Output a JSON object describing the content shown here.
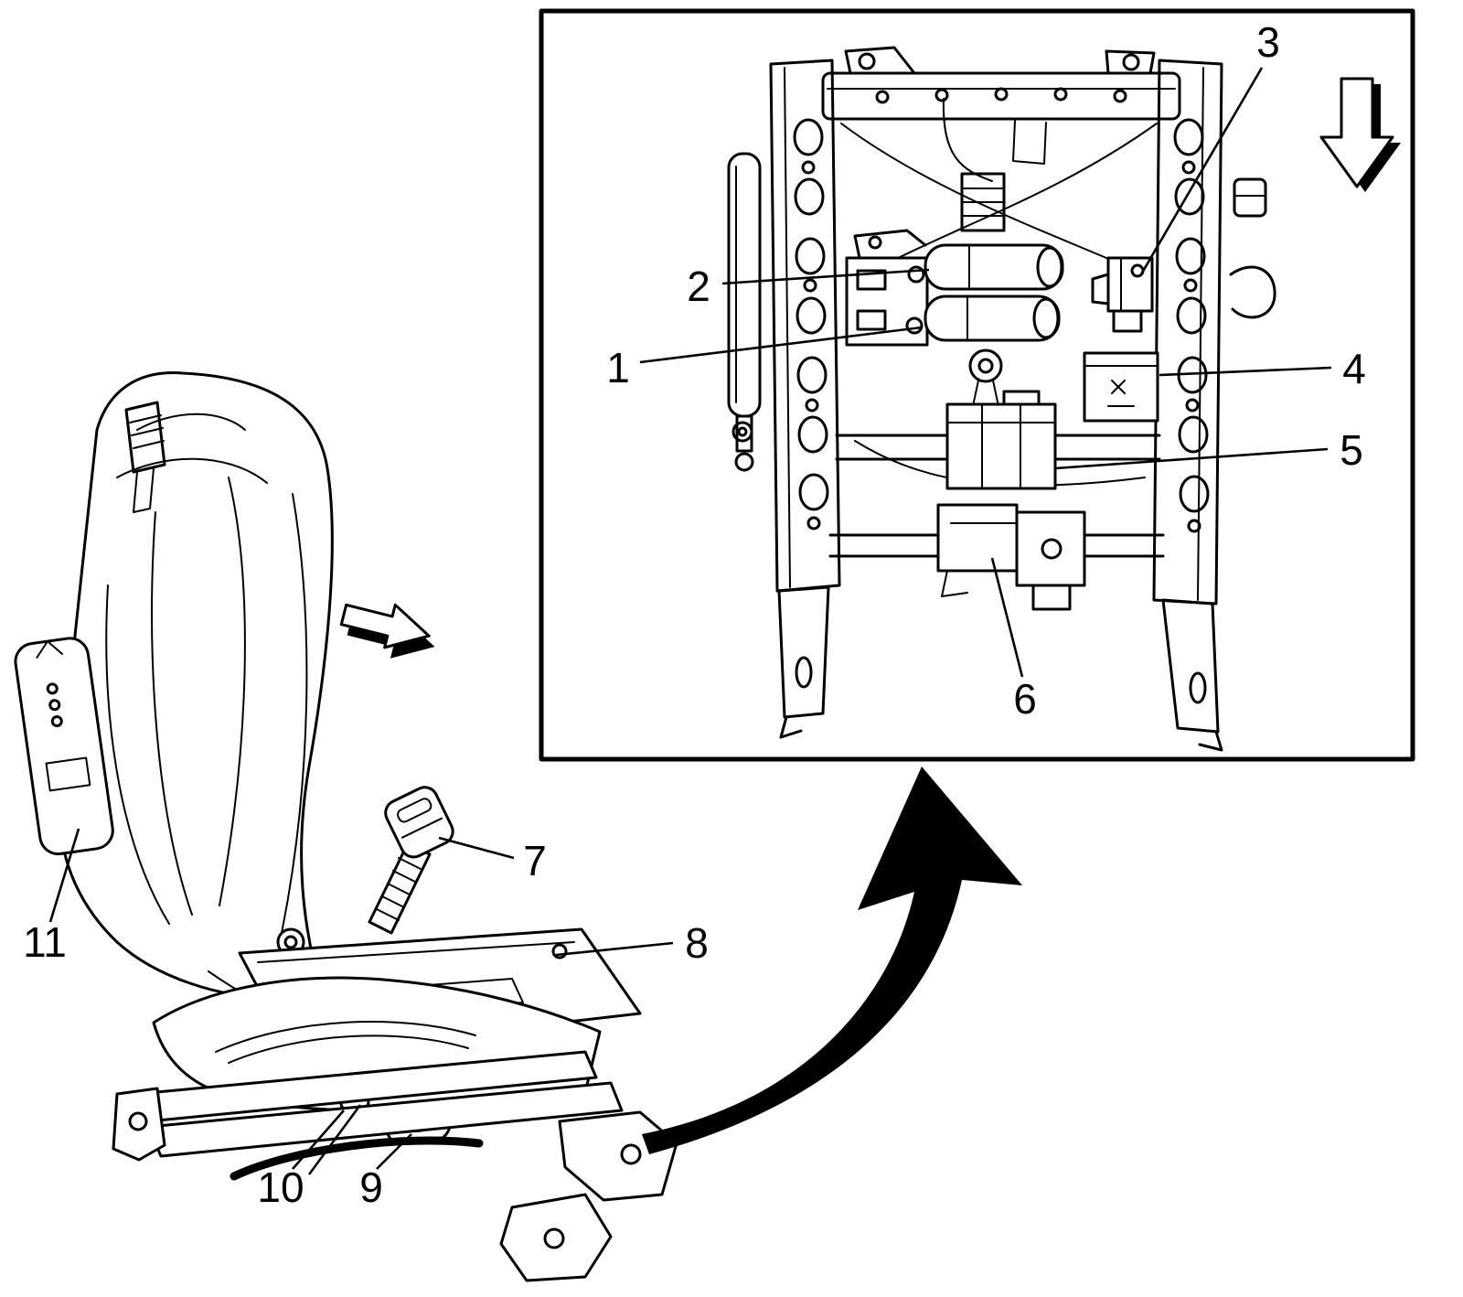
{
  "page": {
    "background_color": "#ffffff",
    "line_color": "#000000",
    "description_texts": []
  },
  "callouts": {
    "inset": [
      {
        "label": "1"
      },
      {
        "label": "2"
      },
      {
        "label": "3"
      },
      {
        "label": "4"
      },
      {
        "label": "5"
      },
      {
        "label": "6"
      }
    ],
    "main": [
      {
        "label": "7"
      },
      {
        "label": "8"
      },
      {
        "label": "9"
      },
      {
        "label": "10"
      },
      {
        "label": "11"
      }
    ]
  }
}
